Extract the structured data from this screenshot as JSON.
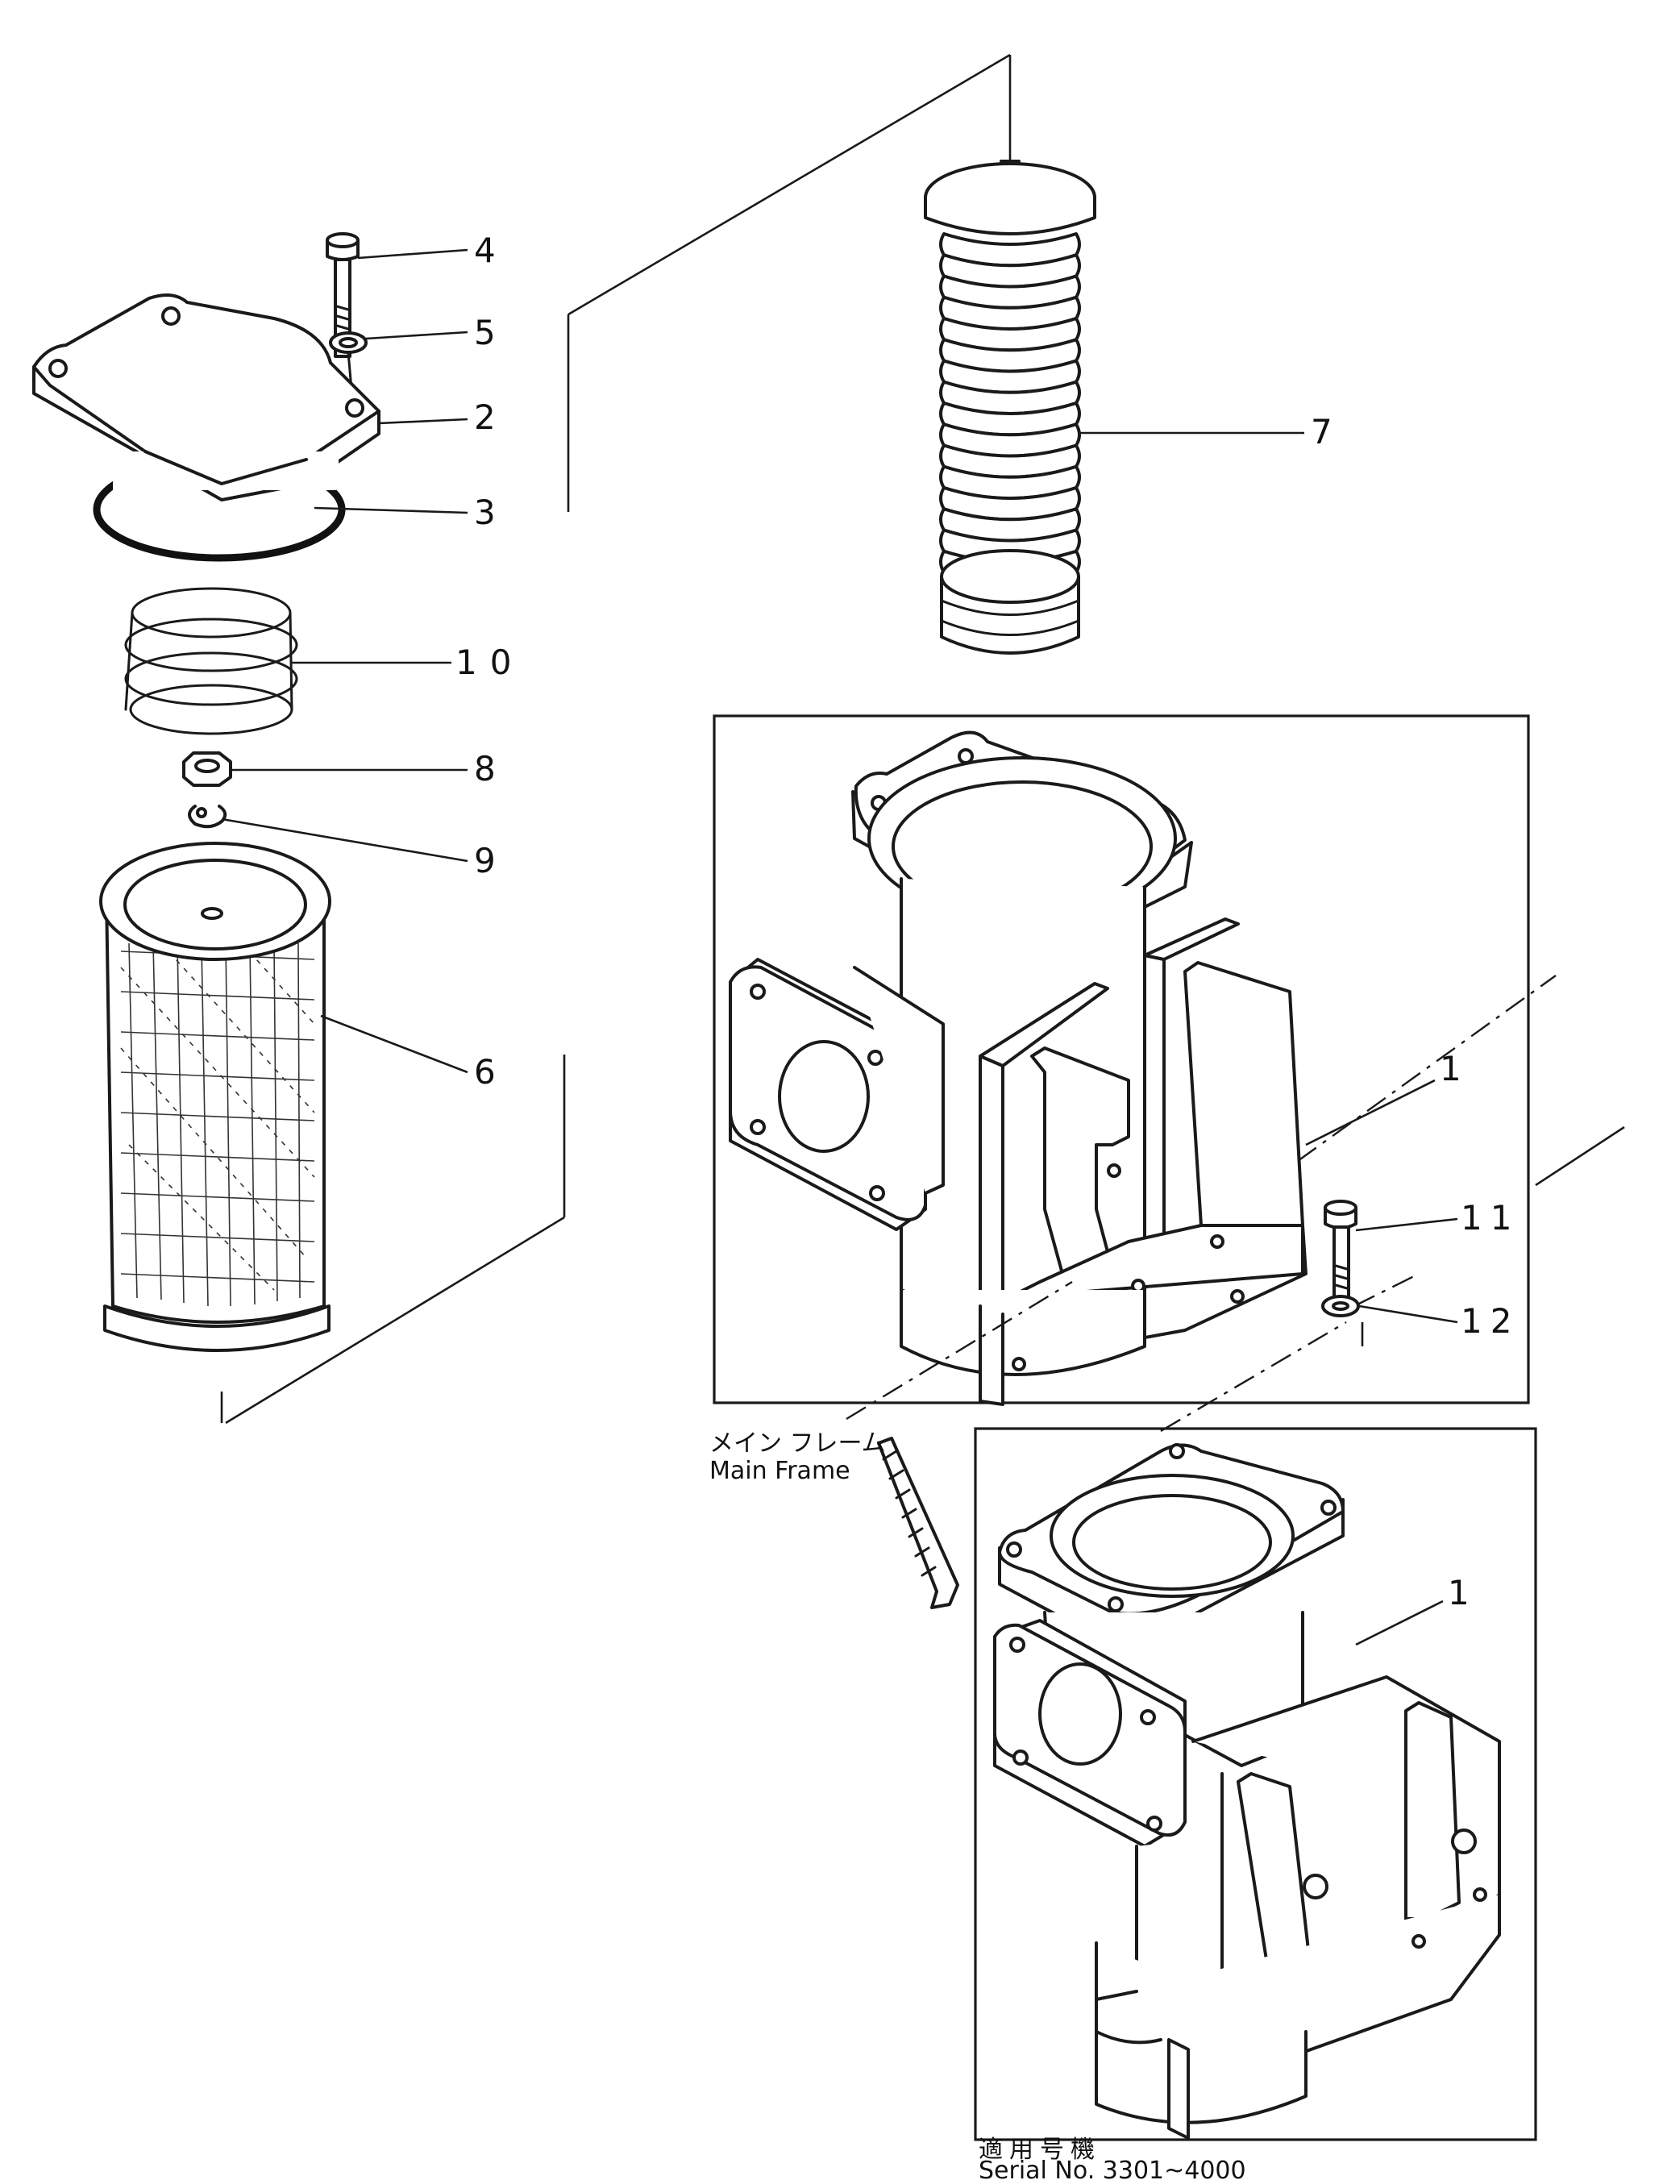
{
  "callouts": {
    "c1a": "1",
    "c1b": "1",
    "c2": "2",
    "c3": "3",
    "c4": "4",
    "c5": "5",
    "c6": "6",
    "c7": "7",
    "c8": "8",
    "c9": "9",
    "c10": "10",
    "c11": "11",
    "c12": "12"
  },
  "captions": {
    "main_frame_jp": "メイン フレーム",
    "main_frame_en": "Main Frame",
    "serial_jp": "適用号機",
    "serial_en": "Serial No. 3301~4000"
  }
}
